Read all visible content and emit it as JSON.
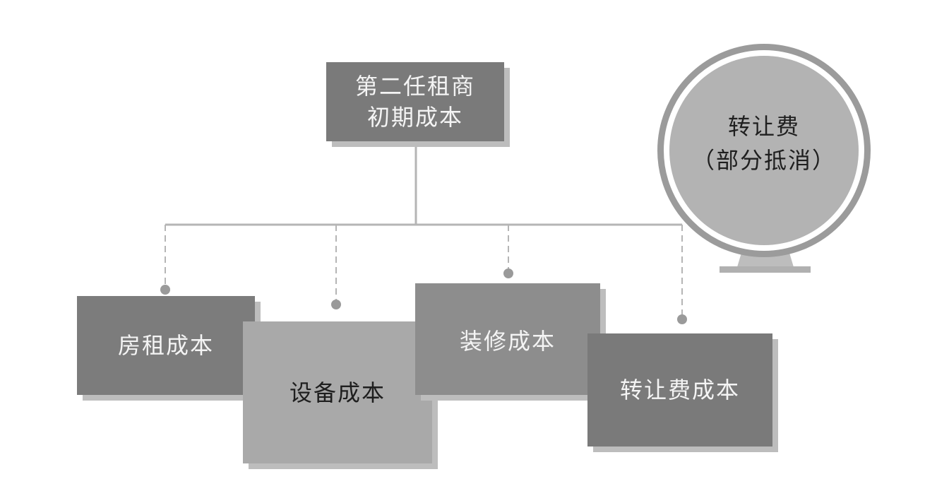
{
  "diagram": {
    "root": {
      "label": "第二任租商\n初期成本"
    },
    "children": [
      {
        "label": "房租成本"
      },
      {
        "label": "设备成本"
      },
      {
        "label": "装修成本"
      },
      {
        "label": "转让费成本"
      }
    ],
    "side_note": {
      "label": "转让费\n（部分抵消）"
    }
  },
  "colors": {
    "dark_gray": "#7a7a7a",
    "mid_gray": "#8d8d8d",
    "light_gray": "#a9a9a9",
    "shadow": "#bdbdbd",
    "connector": "#b5b5b5"
  }
}
